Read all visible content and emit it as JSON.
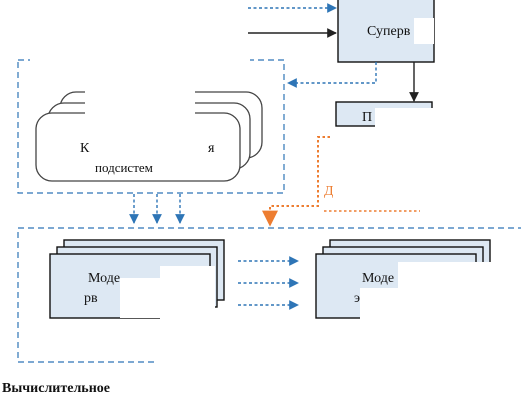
{
  "colors": {
    "box_fill": "#dde8f3",
    "box_stroke": "#111111",
    "rounded_fill": "#ffffff",
    "dashed_blue": "#2e75b6",
    "orange": "#ed7d31",
    "black_arrow": "#222222"
  },
  "labels": {
    "supervisor_partial": "Суперв",
    "subsystem_top_partial": "К",
    "subsystem_mid_partial": "я",
    "subsystem_bottom": "подсистем",
    "model_left_top": "Моде",
    "model_left_bottom": "рв",
    "model_right_top": "Моде",
    "model_right_bottom": "э",
    "orange_label": "Д",
    "caption": "Вычислительное"
  }
}
